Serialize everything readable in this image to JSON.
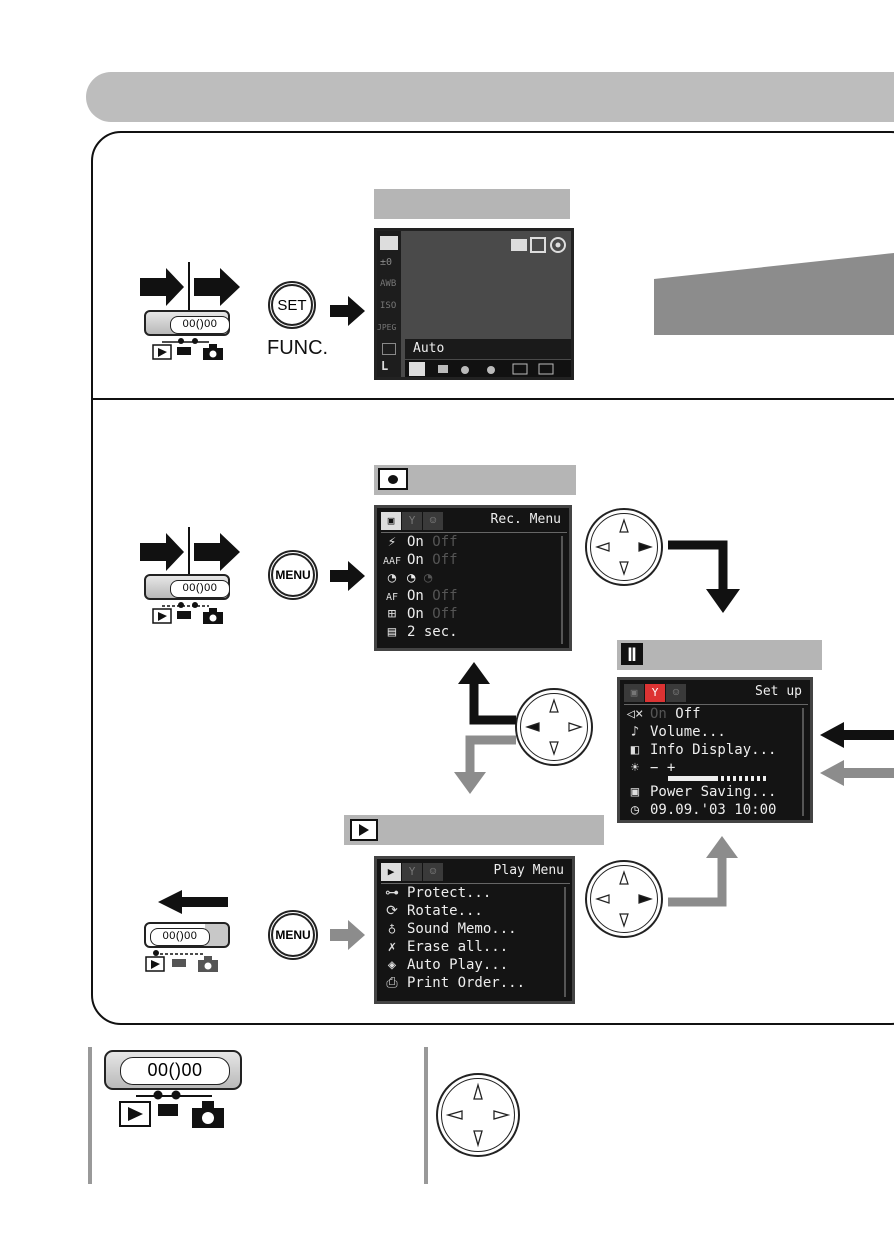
{
  "func_button": {
    "label": "SET",
    "caption": "FUNC."
  },
  "menu_button": {
    "label": "MENU"
  },
  "func_lcd": {
    "status": "Auto",
    "left_icons": [
      "camera-icon",
      "±0",
      "AWB",
      "ISO",
      "JPEG",
      "metering-icon",
      "L"
    ]
  },
  "rec_menu": {
    "title": "Rec. Menu",
    "rows": [
      {
        "icon": "flash-icon",
        "on": "On",
        "off": "Off"
      },
      {
        "icon": "AAF",
        "on": "On",
        "off": "Off"
      },
      {
        "icon": "selftimer-icon",
        "on": "",
        "off": ""
      },
      {
        "icon": "AF",
        "on": "On",
        "off": "Off"
      },
      {
        "icon": "grid-icon",
        "on": "On",
        "off": "Off"
      },
      {
        "icon": "review-icon",
        "on": "2 sec.",
        "off": ""
      }
    ]
  },
  "setup_menu": {
    "title": "Set up",
    "rows": [
      {
        "icon": "mute-icon",
        "text": "Off"
      },
      {
        "icon": "volume-icon",
        "text": "Volume..."
      },
      {
        "icon": "info-icon",
        "text": "Info Display..."
      },
      {
        "icon": "brightness-icon",
        "text": "−        +"
      },
      {
        "icon": "power-icon",
        "text": "Power Saving..."
      },
      {
        "icon": "clock-icon",
        "text": "09.09.'03 10:00"
      }
    ]
  },
  "play_menu": {
    "title": "Play Menu",
    "rows": [
      {
        "icon": "key-icon",
        "text": "Protect..."
      },
      {
        "icon": "rotate-icon",
        "text": "Rotate..."
      },
      {
        "icon": "mic-icon",
        "text": "Sound Memo..."
      },
      {
        "icon": "erase-icon",
        "text": "Erase all..."
      },
      {
        "icon": "play-icon",
        "text": "Auto Play..."
      },
      {
        "icon": "print-icon",
        "text": "Print Order..."
      }
    ]
  },
  "switch_slot": "00()00"
}
